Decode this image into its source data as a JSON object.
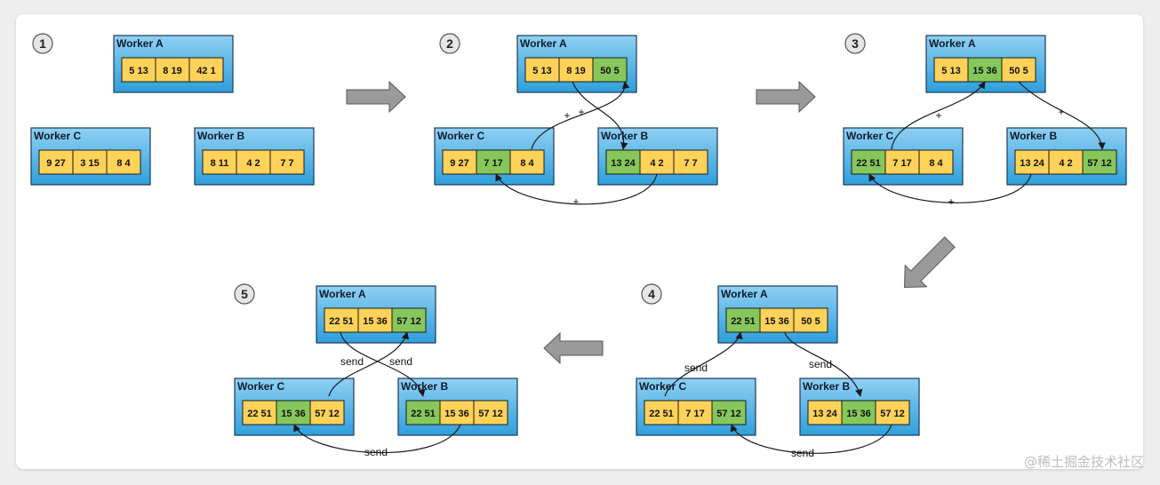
{
  "watermark": "@稀土掘金技术社区",
  "colors": {
    "worker_top": "#8fd0f3",
    "worker_bottom": "#2f9fdb",
    "worker_border": "#1d3a5c",
    "chunk_default": "#ffd25a",
    "chunk_reduced": "#86c75c",
    "arrow_fill": "#9a9a9a"
  },
  "steps": [
    {
      "number": "1",
      "workers": [
        {
          "name": "Worker A",
          "chunks": [
            {
              "text": "5 13",
              "state": "default"
            },
            {
              "text": "8 19",
              "state": "default"
            },
            {
              "text": "42 1",
              "state": "default"
            }
          ]
        },
        {
          "name": "Worker C",
          "chunks": [
            {
              "text": "9 27",
              "state": "default"
            },
            {
              "text": "3 15",
              "state": "default"
            },
            {
              "text": "8 4",
              "state": "default"
            }
          ]
        },
        {
          "name": "Worker B",
          "chunks": [
            {
              "text": "8 11",
              "state": "default"
            },
            {
              "text": "4 2",
              "state": "default"
            },
            {
              "text": "7 7",
              "state": "default"
            }
          ]
        }
      ],
      "edge_labels": []
    },
    {
      "number": "2",
      "workers": [
        {
          "name": "Worker A",
          "chunks": [
            {
              "text": "5 13",
              "state": "default"
            },
            {
              "text": "8 19",
              "state": "default"
            },
            {
              "text": "50 5",
              "state": "reduced"
            }
          ]
        },
        {
          "name": "Worker C",
          "chunks": [
            {
              "text": "9 27",
              "state": "default"
            },
            {
              "text": "7 17",
              "state": "reduced"
            },
            {
              "text": "8 4",
              "state": "default"
            }
          ]
        },
        {
          "name": "Worker B",
          "chunks": [
            {
              "text": "13 24",
              "state": "reduced"
            },
            {
              "text": "4 2",
              "state": "default"
            },
            {
              "text": "7 7",
              "state": "default"
            }
          ]
        }
      ],
      "edge_labels": [
        "+",
        "+",
        "+"
      ]
    },
    {
      "number": "3",
      "workers": [
        {
          "name": "Worker A",
          "chunks": [
            {
              "text": "5 13",
              "state": "default"
            },
            {
              "text": "15 36",
              "state": "reduced"
            },
            {
              "text": "50 5",
              "state": "default"
            }
          ]
        },
        {
          "name": "Worker C",
          "chunks": [
            {
              "text": "22 51",
              "state": "reduced"
            },
            {
              "text": "7 17",
              "state": "default"
            },
            {
              "text": "8 4",
              "state": "default"
            }
          ]
        },
        {
          "name": "Worker B",
          "chunks": [
            {
              "text": "13 24",
              "state": "default"
            },
            {
              "text": "4 2",
              "state": "default"
            },
            {
              "text": "57 12",
              "state": "reduced"
            }
          ]
        }
      ],
      "edge_labels": [
        "+",
        "+",
        "+"
      ]
    },
    {
      "number": "4",
      "workers": [
        {
          "name": "Worker A",
          "chunks": [
            {
              "text": "22 51",
              "state": "reduced"
            },
            {
              "text": "15 36",
              "state": "default"
            },
            {
              "text": "50 5",
              "state": "default"
            }
          ]
        },
        {
          "name": "Worker C",
          "chunks": [
            {
              "text": "22 51",
              "state": "default"
            },
            {
              "text": "7 17",
              "state": "default"
            },
            {
              "text": "57 12",
              "state": "reduced"
            }
          ]
        },
        {
          "name": "Worker B",
          "chunks": [
            {
              "text": "13 24",
              "state": "default"
            },
            {
              "text": "15 36",
              "state": "reduced"
            },
            {
              "text": "57 12",
              "state": "default"
            }
          ]
        }
      ],
      "edge_labels": [
        "send",
        "send",
        "send"
      ]
    },
    {
      "number": "5",
      "workers": [
        {
          "name": "Worker A",
          "chunks": [
            {
              "text": "22 51",
              "state": "default"
            },
            {
              "text": "15 36",
              "state": "default"
            },
            {
              "text": "57 12",
              "state": "reduced"
            }
          ]
        },
        {
          "name": "Worker C",
          "chunks": [
            {
              "text": "22 51",
              "state": "default"
            },
            {
              "text": "15 36",
              "state": "reduced"
            },
            {
              "text": "57 12",
              "state": "default"
            }
          ]
        },
        {
          "name": "Worker B",
          "chunks": [
            {
              "text": "22 51",
              "state": "reduced"
            },
            {
              "text": "15 36",
              "state": "default"
            },
            {
              "text": "57 12",
              "state": "default"
            }
          ]
        }
      ],
      "edge_labels": [
        "send",
        "send",
        "send"
      ]
    }
  ]
}
